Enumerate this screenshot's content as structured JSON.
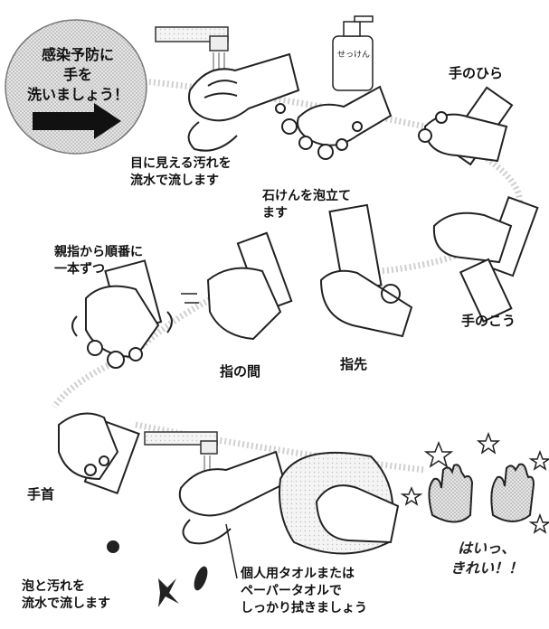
{
  "banner": {
    "line1": "感染予防に",
    "line2": "手を",
    "line3": "洗いましょう！"
  },
  "soap_bottle_label": "せっけん",
  "steps": {
    "rinse_dirt": [
      "目に見える汚れを",
      "流水で流します"
    ],
    "lather": [
      "石けんを泡立て",
      "ます"
    ],
    "palm": "手のひら",
    "back": "手のこう",
    "thumbs": [
      "親指から順番に",
      "一本ずつ"
    ],
    "between_fingers": "指の間",
    "fingertips": "指先",
    "wrist": "手首",
    "rinse_foam": [
      "泡と汚れを",
      "流水で流します"
    ],
    "towel": [
      "個人用タオルまたは",
      "ペーパータオルで",
      "しっかり拭きましょう"
    ]
  },
  "done": [
    "はいっ、",
    "きれい！！"
  ]
}
